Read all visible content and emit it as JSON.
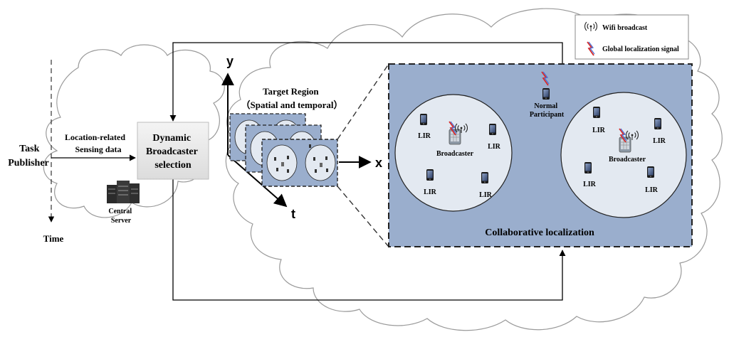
{
  "labels": {
    "task_publisher": [
      "Task",
      "Publisher"
    ],
    "time": "Time",
    "location_data": [
      "Location-related",
      "Sensing data"
    ],
    "broadcaster_selection": [
      "Dynamic",
      "Broadcaster",
      "selection"
    ],
    "central_server": [
      "Central",
      "Server"
    ],
    "axis_y": "y",
    "axis_x": "x",
    "axis_t": "t",
    "target_region": [
      "Target Region",
      "（Spatial and temporal）"
    ],
    "normal_participant": [
      "Normal",
      "Participant"
    ],
    "broadcaster": "Broadcaster",
    "lir": "LIR",
    "collaborative": "Collaborative localization"
  },
  "legend": {
    "wifi": "Wifi broadcast",
    "global": "Global localization signal"
  },
  "icons": [
    "cloud-icon",
    "server-icon",
    "phone-icon",
    "wifi-icon",
    "lightning-icon",
    "broadcaster-icon"
  ],
  "colors": {
    "panel": "#9aaecd",
    "circle": "#e3e9f1",
    "cloud_stroke": "#9a9a9a",
    "lightning_red": "#d62b2b",
    "lightning_blue": "#4a6fd6"
  }
}
